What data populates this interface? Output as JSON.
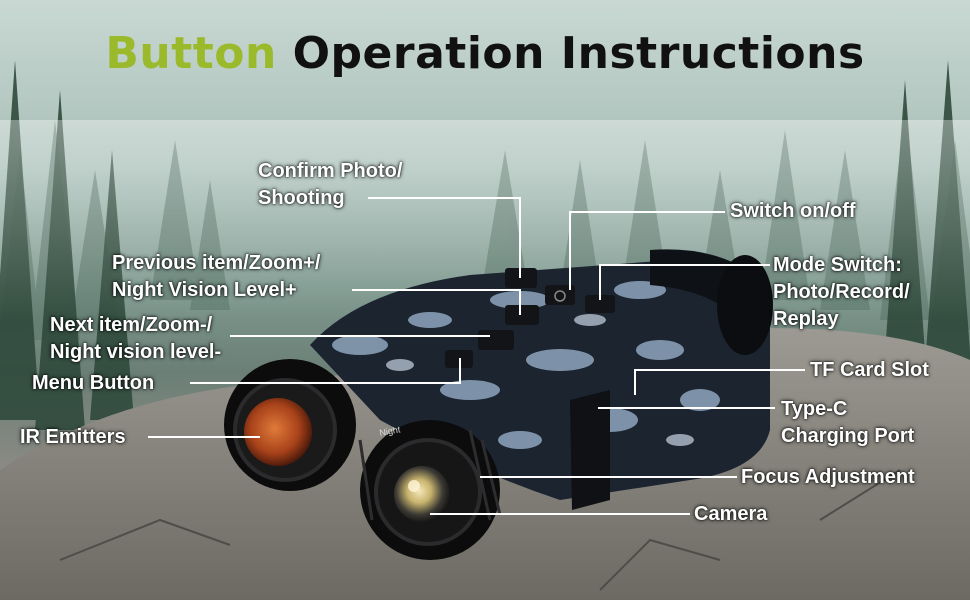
{
  "title": {
    "accent_text": "Button",
    "main_text": "Operation Instructions",
    "accent_color": "#9aba2c",
    "main_color": "#111111"
  },
  "callouts": {
    "confirm_photo": [
      "Confirm Photo/",
      "Shooting"
    ],
    "previous_item": [
      "Previous item/Zoom+/",
      "Night Vision Level+"
    ],
    "next_item": [
      "Next item/Zoom-/",
      "Night vision level-"
    ],
    "menu_button": "Menu Button",
    "ir_emitters": "IR Emitters",
    "switch_onoff": "Switch on/off",
    "mode_switch": [
      "Mode Switch:",
      "Photo/Record/",
      "Replay"
    ],
    "tf_card_slot": "TF Card Slot",
    "type_c": [
      "Type-C",
      "Charging Port"
    ],
    "focus_adjustment": "Focus Adjustment",
    "camera": "Camera"
  },
  "device_marking": "Night",
  "colors": {
    "label_text": "#ffffff",
    "leader_line": "#ffffff",
    "camo_dark": "#1c2430",
    "camo_light": "#8fa6bd"
  }
}
